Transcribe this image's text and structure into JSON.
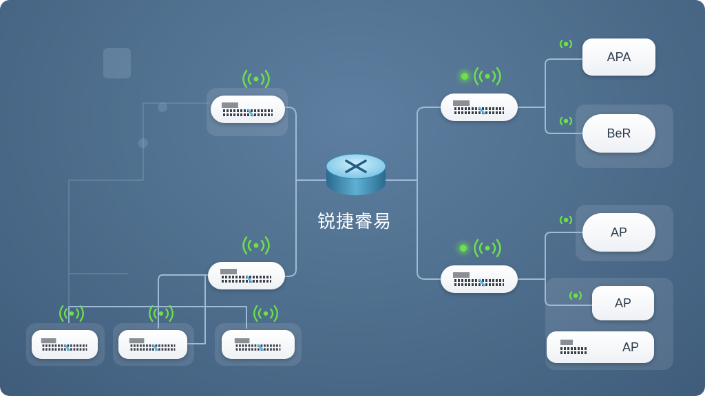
{
  "router": {
    "label": "锐捷睿易",
    "icon": "router-icon"
  },
  "access_points": [
    {
      "label": "APA"
    },
    {
      "label": "BeR"
    },
    {
      "label": "AP"
    },
    {
      "label": "AP"
    },
    {
      "label": "AP"
    }
  ],
  "colors": {
    "background": "#50708f",
    "link": "#9fbbd6",
    "signal": "#6ee04a",
    "node_text": "#2b3b4c"
  }
}
